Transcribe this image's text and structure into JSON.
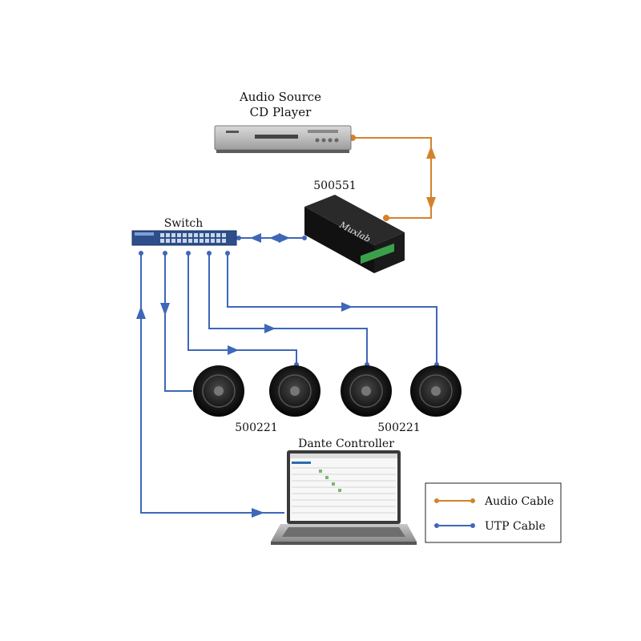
{
  "labels": {
    "source_line1": "Audio Source",
    "source_line2": "CD Player",
    "converter": "500551",
    "switch": "Switch",
    "speaker_left": "500221",
    "speaker_right": "500221",
    "controller": "Dante Controller",
    "device_brand": "Muxlab"
  },
  "legend": {
    "audio_label": "Audio Cable",
    "utp_label": "UTP Cable"
  },
  "colors": {
    "audio_cable": "#d4822a",
    "utp_cable": "#3e67b8",
    "legend_border": "#222222"
  }
}
